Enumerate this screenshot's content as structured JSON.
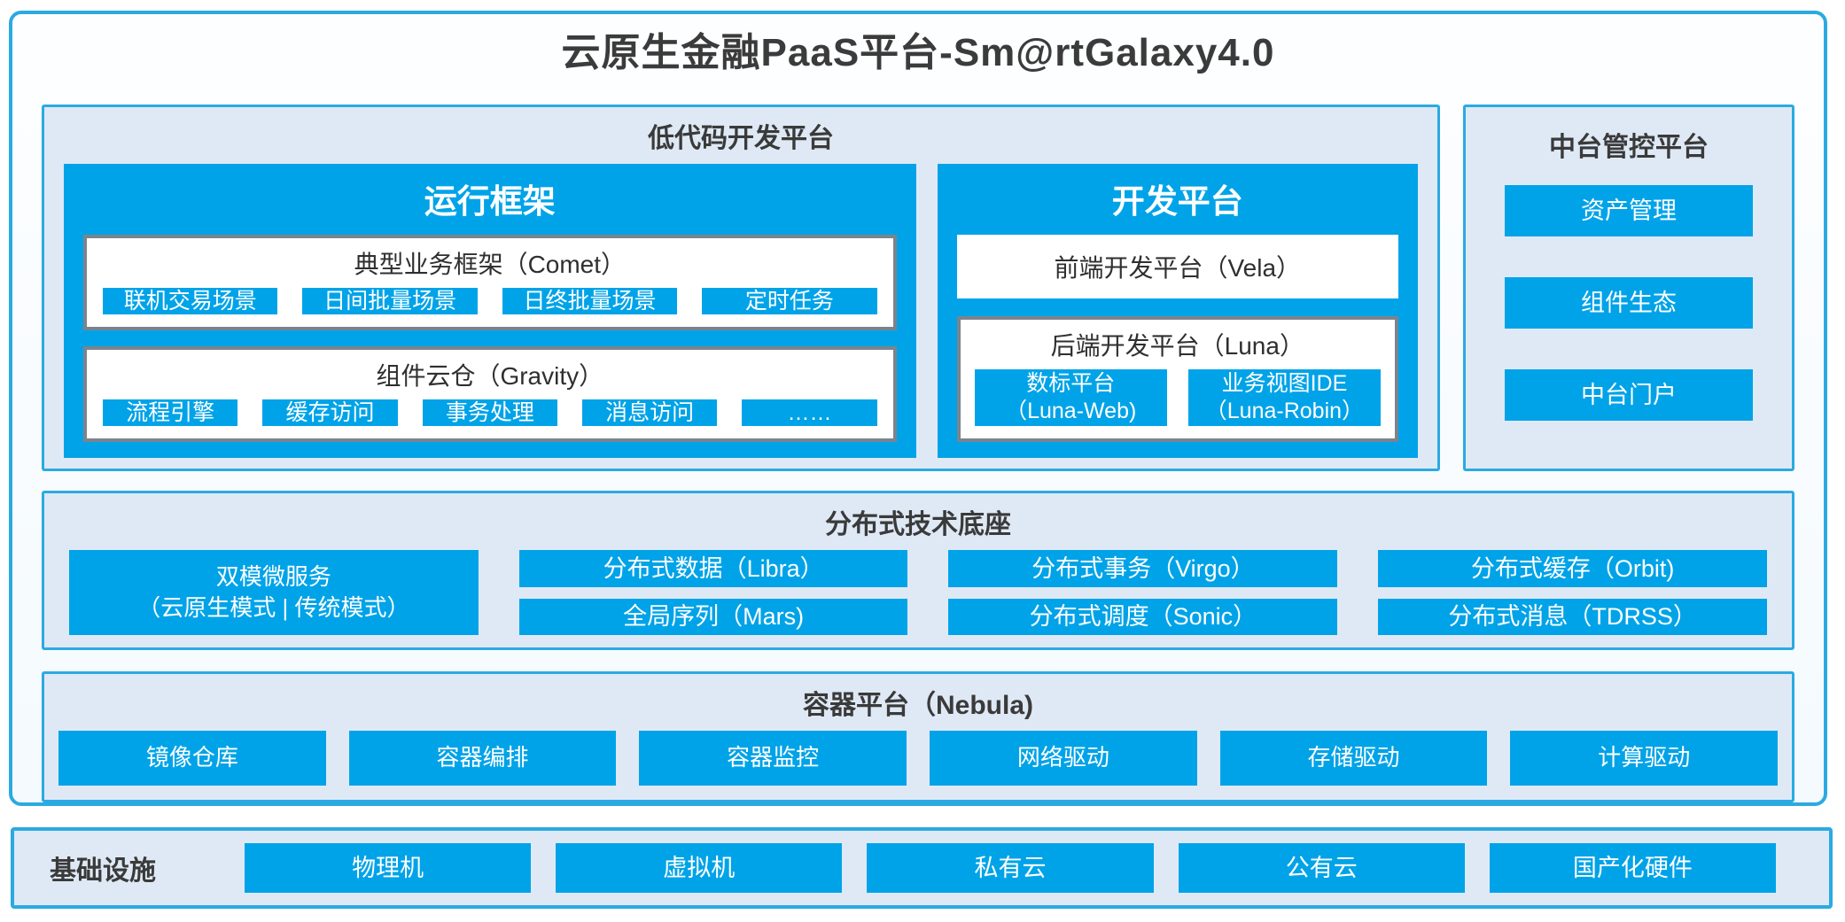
{
  "page": {
    "title": "云原生金融PaaS平台-Sm@rtGalaxy4.0"
  },
  "colors": {
    "accent_blue": "#00A3E8",
    "panel_background": "#DFE9F5",
    "panel_border_blue": "#2BAAE2",
    "gray_box_border": "#7B848D",
    "dark_text": "#3A3A3B",
    "white_text": "#FFFFFF"
  },
  "lowcode": {
    "header": "低代码开发平台",
    "runtime": {
      "title": "运行框架",
      "comet": {
        "title": "典型业务框架（Comet）",
        "items": [
          "联机交易场景",
          "日间批量场景",
          "日终批量场景",
          "定时任务"
        ]
      },
      "gravity": {
        "title": "组件云仓（Gravity）",
        "items": [
          "流程引擎",
          "缓存访问",
          "事务处理",
          "消息访问",
          "……"
        ]
      }
    },
    "devplat": {
      "title": "开发平台",
      "vela": "前端开发平台（Vela）",
      "luna": {
        "title": "后端开发平台（Luna）",
        "items": [
          {
            "line1": "数标平台",
            "line2": "（Luna-Web)"
          },
          {
            "line1": "业务视图IDE",
            "line2": "（Luna-Robin）"
          }
        ]
      }
    }
  },
  "midplatform": {
    "header": "中台管控平台",
    "items": [
      "资产管理",
      "组件生态",
      "中台门户"
    ]
  },
  "distributed": {
    "header": "分布式技术底座",
    "dual_mode": {
      "line1": "双模微服务",
      "line2": "（云原生模式 | 传统模式）"
    },
    "columns": [
      {
        "top": "分布式数据（Libra）",
        "bottom": "全局序列（Mars)"
      },
      {
        "top": "分布式事务（Virgo）",
        "bottom": "分布式调度（Sonic）"
      },
      {
        "top": "分布式缓存（Orbit)",
        "bottom": "分布式消息（TDRSS）"
      }
    ]
  },
  "container_platform": {
    "header": "容器平台（Nebula)",
    "items": [
      "镜像仓库",
      "容器编排",
      "容器监控",
      "网络驱动",
      "存储驱动",
      "计算驱动"
    ]
  },
  "infrastructure": {
    "label": "基础设施",
    "items": [
      "物理机",
      "虚拟机",
      "私有云",
      "公有云",
      "国产化硬件"
    ]
  }
}
